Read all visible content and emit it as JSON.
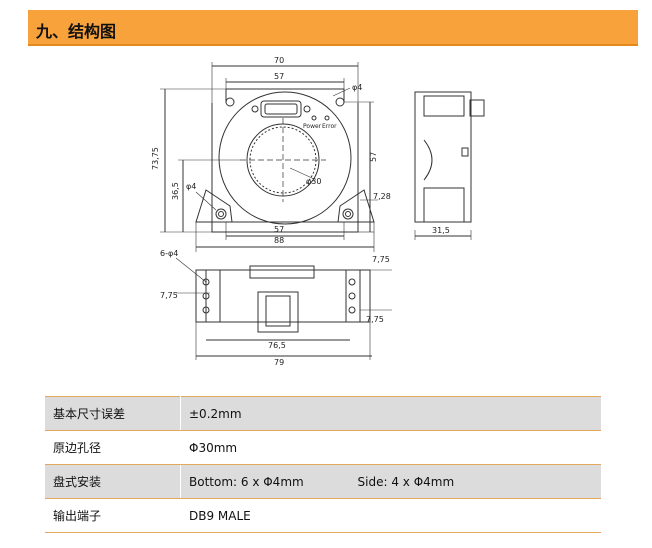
{
  "section": {
    "title": "九、结构图"
  },
  "drawing": {
    "front_labels": {
      "w70": "70",
      "w57_top": "57",
      "phi4_top": "φ4",
      "power": "Power",
      "error": "Error",
      "h73": "73,75",
      "h36": "36,5",
      "phi4_left": "φ4",
      "phi30": "φ30",
      "h57_right": "57",
      "h7_28": "7,28",
      "w57_bottom": "57",
      "w88": "88"
    },
    "side_labels": {
      "w31_5": "31,5"
    },
    "bottom_labels": {
      "holes": "6-φ4",
      "l7_75": "7,75",
      "r7_75_top": "7,75",
      "r7_75_bottom": "7,75",
      "w76_5": "76,5",
      "w79": "79"
    }
  },
  "specs": [
    {
      "key": "基本尺寸误差",
      "value": "±0.2mm",
      "value2": ""
    },
    {
      "key": "原边孔径",
      "value": "Φ30mm",
      "value2": ""
    },
    {
      "key": "盘式安装",
      "value": "Bottom:  6 x Φ4mm",
      "value2": "Side:  4 x Φ4mm"
    },
    {
      "key": "输出端子",
      "value": "DB9 MALE",
      "value2": ""
    }
  ]
}
